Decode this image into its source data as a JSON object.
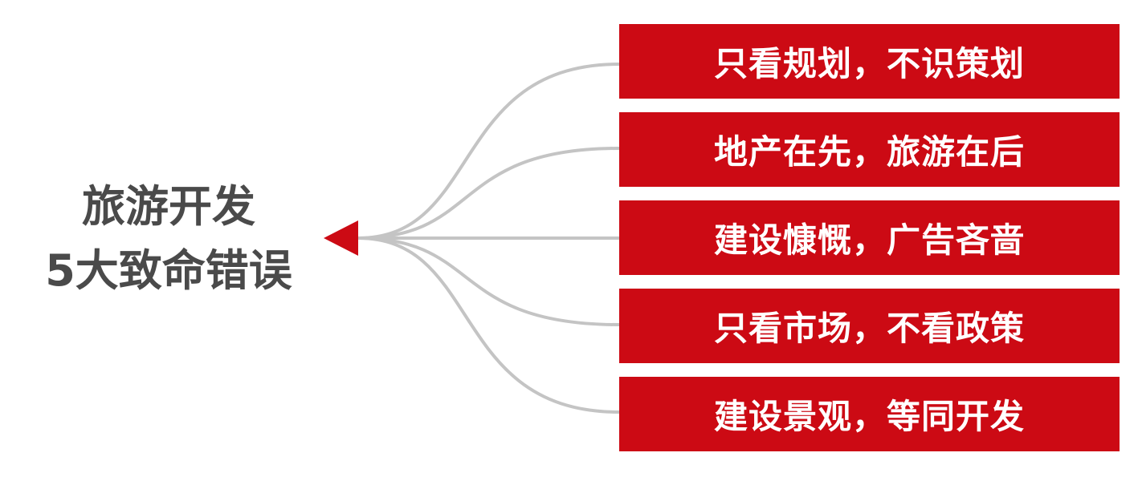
{
  "title": {
    "line1": "旅游开发",
    "line2": "5大致命错误"
  },
  "errors": [
    "只看规划，不识策划",
    "地产在先，旅游在后",
    "建设慷慨，广告吝啬",
    "只看市场，不看政策",
    "建设景观，等同开发"
  ],
  "colors": {
    "accent": "#cc0a14",
    "title_text": "#4a4a4a",
    "connector": "#c4c4c4"
  }
}
